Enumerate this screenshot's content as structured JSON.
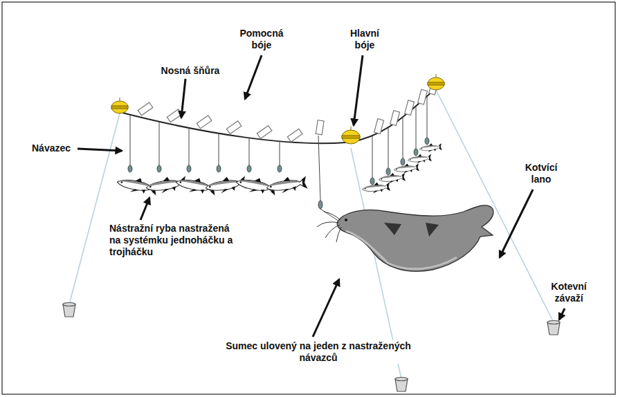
{
  "diagram": {
    "labels": [
      "Nosná šňůra",
      "Pomocná bóje",
      "Hlavní bóje",
      "Návazec",
      "Kotvící lano",
      "Nástražní ryba nastražená na systémku jednoháčku a trojháčku",
      "Kotevní závaží",
      "Sumec ulovený na jeden z nastražených návazců"
    ]
  }
}
